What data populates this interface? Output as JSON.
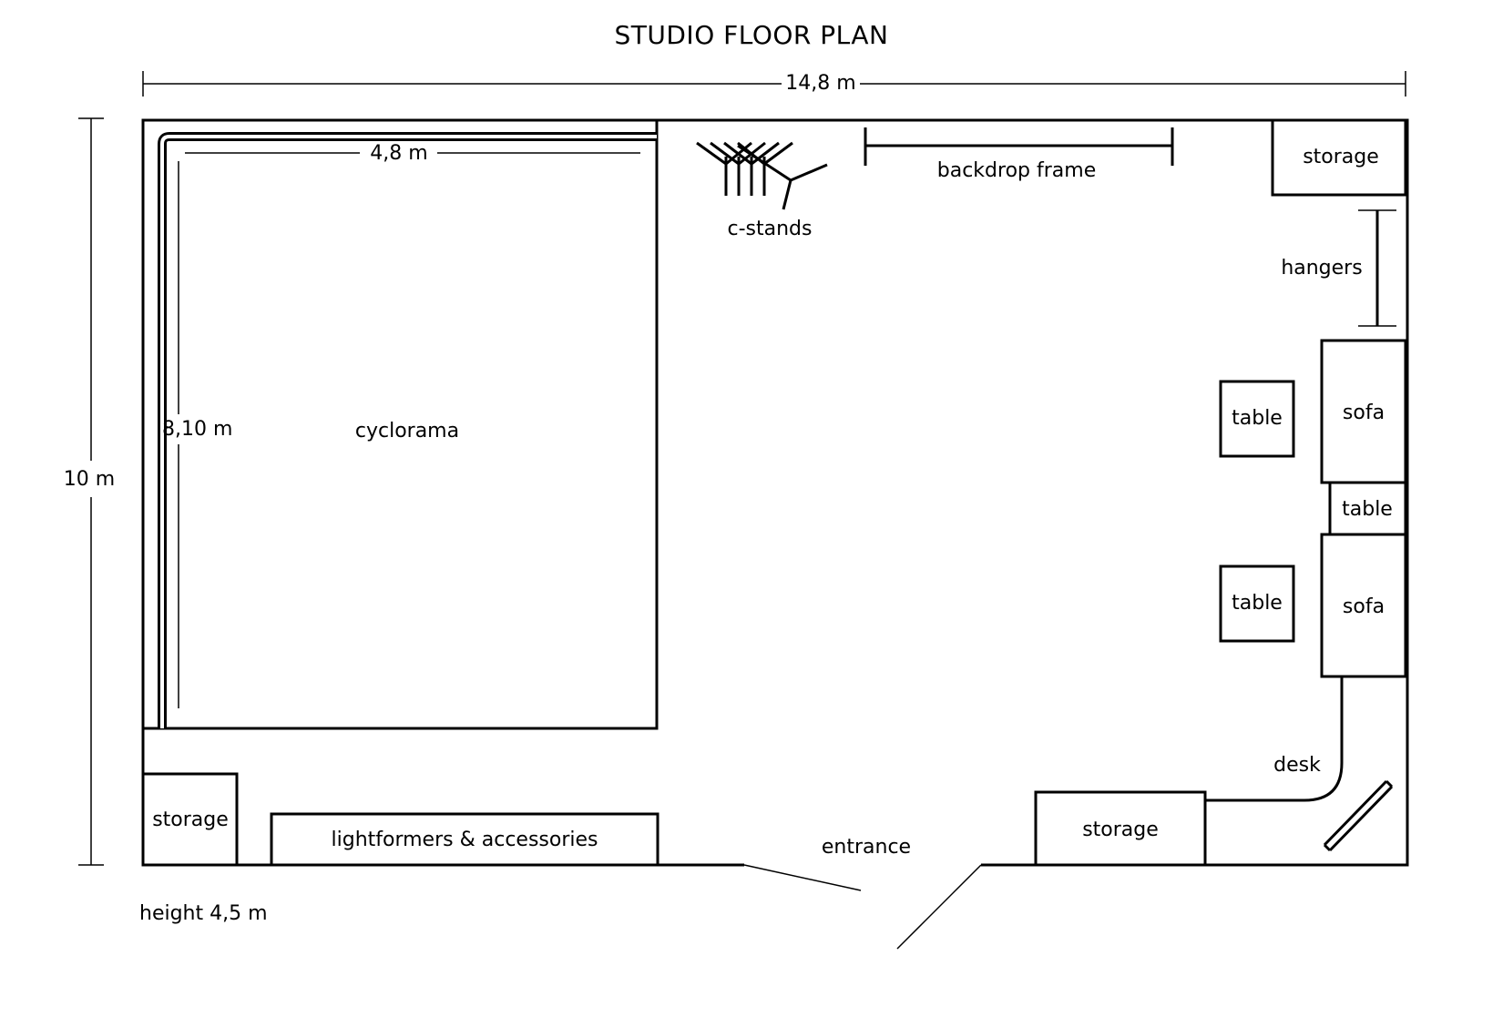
{
  "title": "STUDIO FLOOR PLAN",
  "dimensions": {
    "width": "14,8 m",
    "depth": "10 m",
    "height": "height 4,5 m",
    "cyclorama_width": "4,8 m",
    "cyclorama_depth": "8,10 m"
  },
  "labels": {
    "cyclorama": "cyclorama",
    "c_stands": "c-stands",
    "backdrop_frame": "backdrop frame",
    "storage_top_right": "storage",
    "hangers": "hangers",
    "table_1": "table",
    "sofa_1": "sofa",
    "table_2": "table",
    "table_3": "table",
    "sofa_2": "sofa",
    "desk": "desk",
    "storage_bottom_right": "storage",
    "entrance": "entrance",
    "storage_bottom_left": "storage",
    "lightformers": "lightformers & accessories"
  }
}
